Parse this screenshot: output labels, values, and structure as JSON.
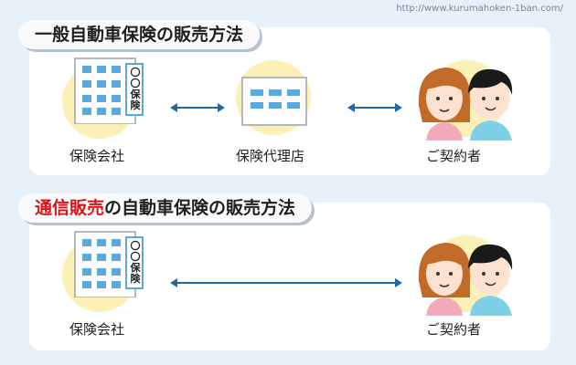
{
  "url": "http://www.kurumahoken-1ban.com/",
  "section1": {
    "title": "一般自動車保険の販売方法",
    "nodes": {
      "company": "保険会社",
      "agency": "保険代理店",
      "customer": "ご契約者"
    },
    "sign_text": "〇〇保険"
  },
  "section2": {
    "title_highlight": "通信販売",
    "title_rest": "の自動車保険の販売方法",
    "nodes": {
      "company": "保険会社",
      "customer": "ご契約者"
    },
    "sign_text": "〇〇保険"
  },
  "colors": {
    "background": "#e6f1fa",
    "highlight": "#d9141b",
    "arrow": "#1e6aa8",
    "circle": "#fbf1b6",
    "building_window": "#5aa8dc"
  }
}
